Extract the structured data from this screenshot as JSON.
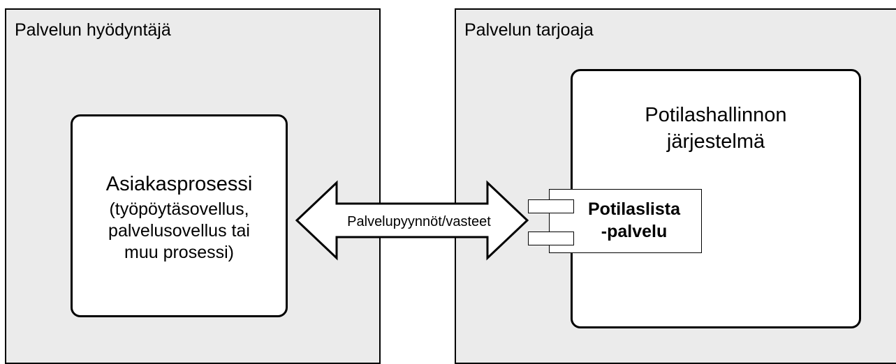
{
  "consumer": {
    "label": "Palvelun hyödyntäjä",
    "process": {
      "title": "Asiakasprosessi",
      "subtitle": "(työpöytäsovellus,\npalvelusovellus tai\nmuu prosessi)"
    }
  },
  "provider": {
    "label": "Palvelun tarjoaja",
    "system": {
      "title": "Potilashallinnon\njärjestelmä"
    },
    "component": {
      "label": "Potilaslista\n-palvelu"
    }
  },
  "connector": {
    "label": "Palvelupyynnöt/vasteet",
    "type": "bidirectional-arrow"
  },
  "colors": {
    "panel_background": "#ebebeb",
    "box_background": "#ffffff",
    "stroke": "#000000"
  }
}
